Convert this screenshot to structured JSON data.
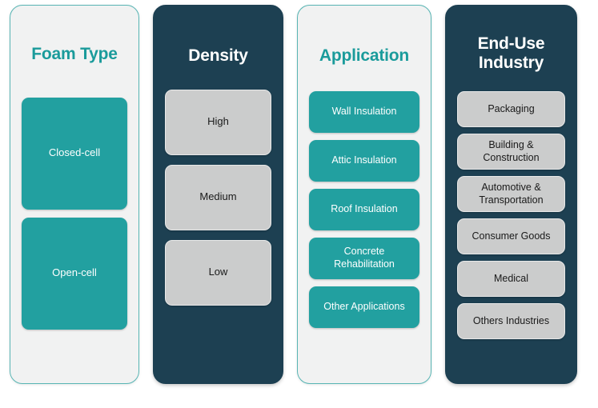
{
  "theme": {
    "accent_teal": "#1a9b9b",
    "card_teal": "#22a0a0",
    "panel_dark": "#1d4052",
    "panel_light": "#f1f2f2",
    "card_grey": "#cbcccc"
  },
  "columns": [
    {
      "id": "foam-type",
      "title": "Foam Type",
      "style": "light",
      "card_style": "teal",
      "items": [
        {
          "label": "Closed-cell"
        },
        {
          "label": "Open-cell"
        }
      ]
    },
    {
      "id": "density",
      "title": "Density",
      "style": "dark",
      "card_style": "grey",
      "items": [
        {
          "label": "High"
        },
        {
          "label": "Medium"
        },
        {
          "label": "Low"
        }
      ]
    },
    {
      "id": "application",
      "title": "Application",
      "style": "light",
      "card_style": "teal",
      "items": [
        {
          "label": "Wall Insulation"
        },
        {
          "label": "Attic Insulation"
        },
        {
          "label": "Roof Insulation"
        },
        {
          "label": "Concrete Rehabilitation"
        },
        {
          "label": "Other Applications"
        }
      ]
    },
    {
      "id": "end-use-industry",
      "title": "End-Use Industry",
      "style": "dark",
      "card_style": "grey",
      "items": [
        {
          "label": "Packaging"
        },
        {
          "label": "Building & Construction"
        },
        {
          "label": "Automotive & Transportation"
        },
        {
          "label": "Consumer Goods"
        },
        {
          "label": "Medical"
        },
        {
          "label": "Others Industries"
        }
      ]
    }
  ]
}
